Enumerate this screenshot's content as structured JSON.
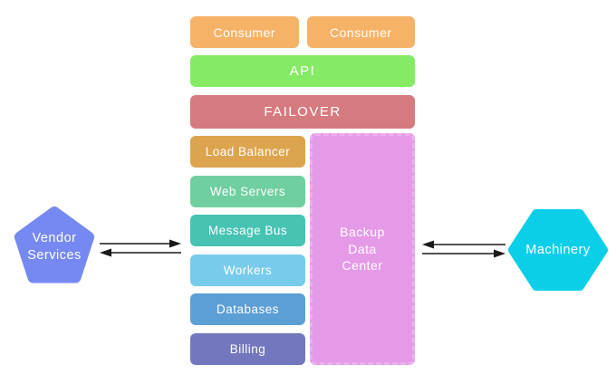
{
  "top_row": {
    "consumers": [
      "Consumer",
      "Consumer"
    ]
  },
  "api": {
    "label": "API"
  },
  "failover": {
    "label": "FAILOVER"
  },
  "stack": {
    "items": [
      "Load Balancer",
      "Web Servers",
      "Message Bus",
      "Workers",
      "Databases",
      "Billing"
    ]
  },
  "backup": {
    "label": "Backup\nData\nCenter"
  },
  "vendor": {
    "label": "Vendor\nServices"
  },
  "machinery": {
    "label": "Machinery"
  },
  "colors": {
    "consumer": "#f6b267",
    "api": "#85eb65",
    "failover": "#d57b80",
    "load_balancer": "#dda44f",
    "web_servers": "#70cfa0",
    "message_bus": "#47c3b3",
    "workers": "#78cbeb",
    "databases": "#5c9fd4",
    "billing": "#7277be",
    "backup_fill": "#e59ae7",
    "backup_border": "#eeaff0",
    "vendor": "#7689f2",
    "machinery": "#0bcfe8",
    "arrow": "#1a1a1a",
    "label_text": "#ffffff",
    "background": "#ffffff"
  }
}
